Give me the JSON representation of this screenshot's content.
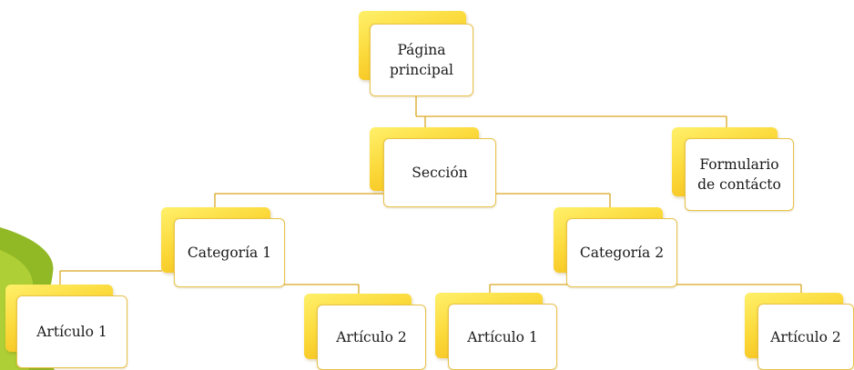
{
  "diagram": {
    "nodes": {
      "home": "Página\nprincipal",
      "section": "Sección",
      "contact": "Formulario\nde contácto",
      "category1": "Categoría 1",
      "category2": "Categoría 2",
      "article1a": "Artículo 1",
      "article2a": "Artículo 2",
      "article1b": "Artículo 1",
      "article2b": "Artículo 2"
    },
    "colors": {
      "box_fill_top": "#fff06a",
      "box_fill_bottom": "#f1b510",
      "border": "#e9c24a",
      "connector": "#d9a820",
      "leaf_decoration": "#8bb51a"
    }
  }
}
